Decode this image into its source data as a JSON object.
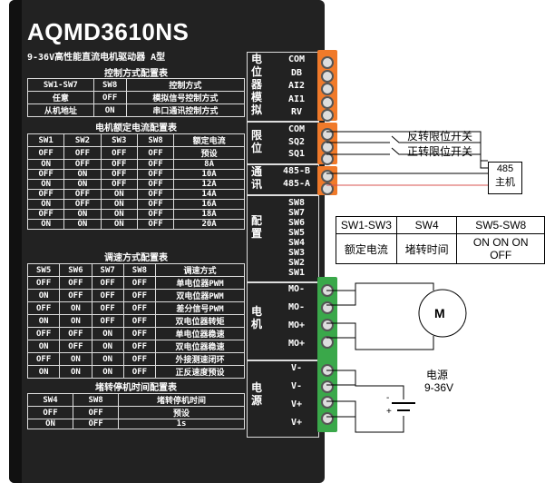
{
  "title": "AQMD3610NS",
  "subtitle": "9-36V高性能直流电机驱动器 A型",
  "control": {
    "heading": "控制方式配置表",
    "header": [
      "SW1-SW7",
      "SW8",
      "控制方式"
    ],
    "rows": [
      [
        "任意",
        "OFF",
        "模拟信号控制方式"
      ],
      [
        "从机地址",
        "ON",
        "串口通讯控制方式"
      ]
    ]
  },
  "current": {
    "heading": "电机额定电流配置表",
    "header": [
      "SW1",
      "SW2",
      "SW3",
      "SW8",
      "额定电流"
    ],
    "rows": [
      [
        "OFF",
        "OFF",
        "OFF",
        "OFF",
        "预设"
      ],
      [
        "ON",
        "OFF",
        "OFF",
        "OFF",
        "8A"
      ],
      [
        "OFF",
        "ON",
        "OFF",
        "OFF",
        "10A"
      ],
      [
        "ON",
        "ON",
        "OFF",
        "OFF",
        "12A"
      ],
      [
        "OFF",
        "OFF",
        "ON",
        "OFF",
        "14A"
      ],
      [
        "ON",
        "OFF",
        "ON",
        "OFF",
        "16A"
      ],
      [
        "OFF",
        "ON",
        "ON",
        "OFF",
        "18A"
      ],
      [
        "ON",
        "ON",
        "ON",
        "OFF",
        "20A"
      ]
    ]
  },
  "speed": {
    "heading": "调速方式配置表",
    "header": [
      "SW5",
      "SW6",
      "SW7",
      "SW8",
      "调速方式"
    ],
    "rows": [
      [
        "OFF",
        "OFF",
        "OFF",
        "OFF",
        "单电位器PWM"
      ],
      [
        "ON",
        "OFF",
        "OFF",
        "OFF",
        "双电位器PWM"
      ],
      [
        "OFF",
        "ON",
        "OFF",
        "OFF",
        "差分信号PWM"
      ],
      [
        "ON",
        "ON",
        "OFF",
        "OFF",
        "双电位器转矩"
      ],
      [
        "OFF",
        "OFF",
        "ON",
        "OFF",
        "单电位器稳速"
      ],
      [
        "ON",
        "OFF",
        "ON",
        "OFF",
        "双电位器稳速"
      ],
      [
        "OFF",
        "ON",
        "ON",
        "OFF",
        "外接测速闭环"
      ],
      [
        "ON",
        "ON",
        "ON",
        "OFF",
        "正反速度预设"
      ]
    ]
  },
  "stall": {
    "heading": "堵转停机时间配置表",
    "header": [
      "SW4",
      "SW8",
      "堵转停机时间"
    ],
    "rows": [
      [
        "OFF",
        "OFF",
        "预设"
      ],
      [
        "ON",
        "OFF",
        "1s"
      ]
    ]
  },
  "side": {
    "pot": {
      "title": "电位器模拟",
      "pins": [
        "COM",
        "DB",
        "AI2",
        "AI1",
        "RV"
      ]
    },
    "limit": {
      "title": "限位",
      "pins": [
        "COM",
        "SQ2",
        "SQ1"
      ]
    },
    "comm": {
      "title": "通讯",
      "pins": [
        "485-B",
        "485-A"
      ]
    },
    "config": {
      "title": "配置",
      "pins": [
        "SW8",
        "SW7",
        "SW6",
        "SW5",
        "SW4",
        "SW3",
        "SW2",
        "SW1"
      ]
    },
    "motor": {
      "title": "电机",
      "pins": [
        "MO-",
        "MO-",
        "MO+",
        "MO+"
      ]
    },
    "power": {
      "title": "电源",
      "pins": [
        "V-",
        "V-",
        "V+",
        "V+"
      ]
    }
  },
  "annotations": {
    "reverse_limit": "反转限位开关",
    "forward_limit": "正转限位开关",
    "host": [
      "485",
      "主机"
    ],
    "sw_table": {
      "header": [
        "SW1-SW3",
        "SW4",
        "SW5-SW8"
      ],
      "values": [
        "额定电流",
        "堵转时间",
        "ON ON ON OFF"
      ]
    },
    "motor_symbol": "M",
    "power_label": "电源",
    "power_range": "9-36V",
    "minus": "-",
    "plus": "+"
  },
  "colors": {
    "panel": "#222222",
    "orange_terminal": "#f07a2a",
    "green_terminal": "#3aa84a",
    "wire": "#000000",
    "wire_red": "#d9534f"
  }
}
